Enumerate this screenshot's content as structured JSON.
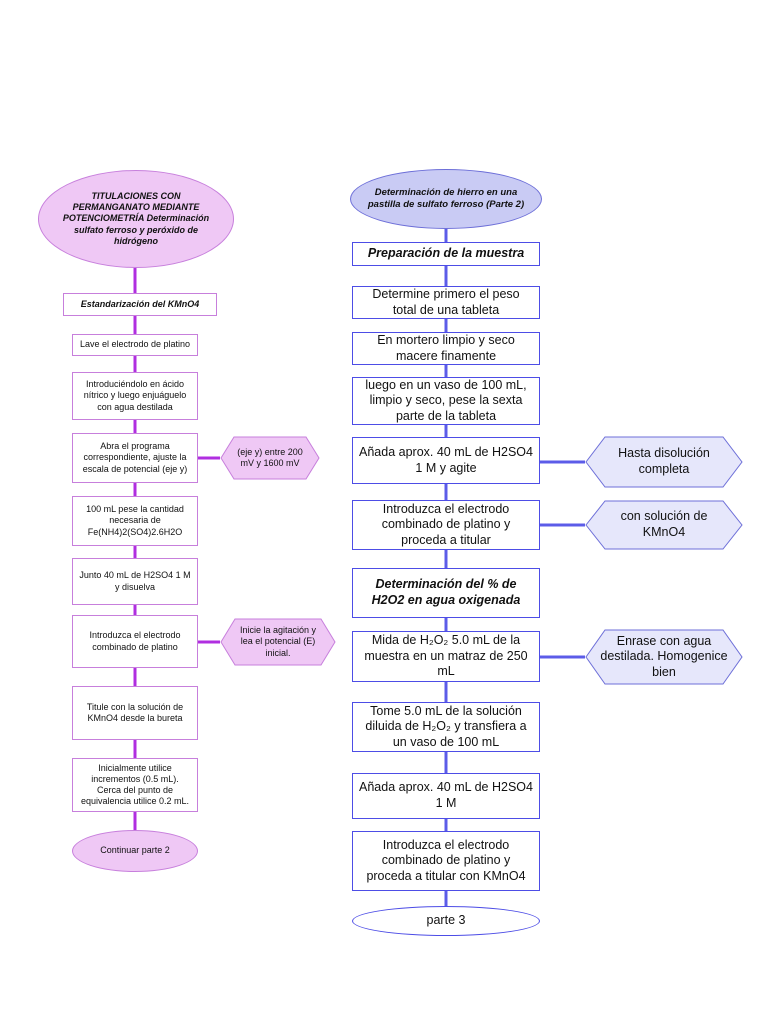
{
  "left": {
    "title": "TITULACIONES CON PERMANGANATO MEDIANTE POTENCIOMETRÍA Determinación sulfato ferroso y peróxido de hidrógeno",
    "steps": [
      "Estandarización del KMnO4",
      "Lave el electrodo de platino",
      "Introduciéndolo en ácido nítrico y luego enjuáguelo con agua destilada",
      "Abra el programa correspondiente, ajuste la escala de potencial (eje y)",
      "100 mL pese la cantidad necesaria de Fe(NH4)2(SO4)2.6H2O",
      "Junto 40 mL de H2SO4   1 M y disuelva",
      "Introduzca el electrodo combinado de platino",
      "Titule con la solución de KMnO4 desde la bureta",
      "Inicialmente utilice incrementos (0.5 mL). Cerca del punto de equivalencia utilice 0.2 mL."
    ],
    "end": "Continuar parte 2",
    "notes": [
      "(eje y) entre 200 mV y 1600 mV",
      "Inicie la agitación  y lea el potencial (E) inicial."
    ]
  },
  "right": {
    "title": "Determinación de hierro en una pastilla de sulfato ferroso  (Parte 2)",
    "section1": "Preparación de la muestra",
    "steps1": [
      "Determine primero el peso total de una tableta",
      "En mortero limpio y seco macere finamente",
      "luego en un vaso de 100 mL, limpio y seco, pese la sexta parte de la tableta",
      "Añada aprox. 40 mL de H2SO4 1 M y agite",
      "Introduzca el electrodo combinado de platino y proceda a titular"
    ],
    "section2": "Determinación del % de H2O2 en agua oxigenada",
    "steps2": [
      "Mida de H₂O₂ 5.0 mL de la muestra en un matraz de 250 mL",
      "Tome 5.0 mL de la solución diluida de H₂O₂ y transfiera a un vaso de 100 mL",
      "Añada aprox. 40 mL de H2SO4 1 M",
      "Introduzca el electrodo combinado de platino y proceda a titular con KMnO4"
    ],
    "end": "parte 3",
    "notes": [
      "Hasta disolución completa",
      "con solución de KMnO4",
      "Enrase con agua destilada. Homogenice bien"
    ]
  },
  "colors": {
    "left_line": "#b02ee0",
    "left_fill": "#efc8f5",
    "right_line": "#5c5ce8",
    "right_fill": "#c9cbf4",
    "right_note_fill": "#e6e7fb"
  }
}
